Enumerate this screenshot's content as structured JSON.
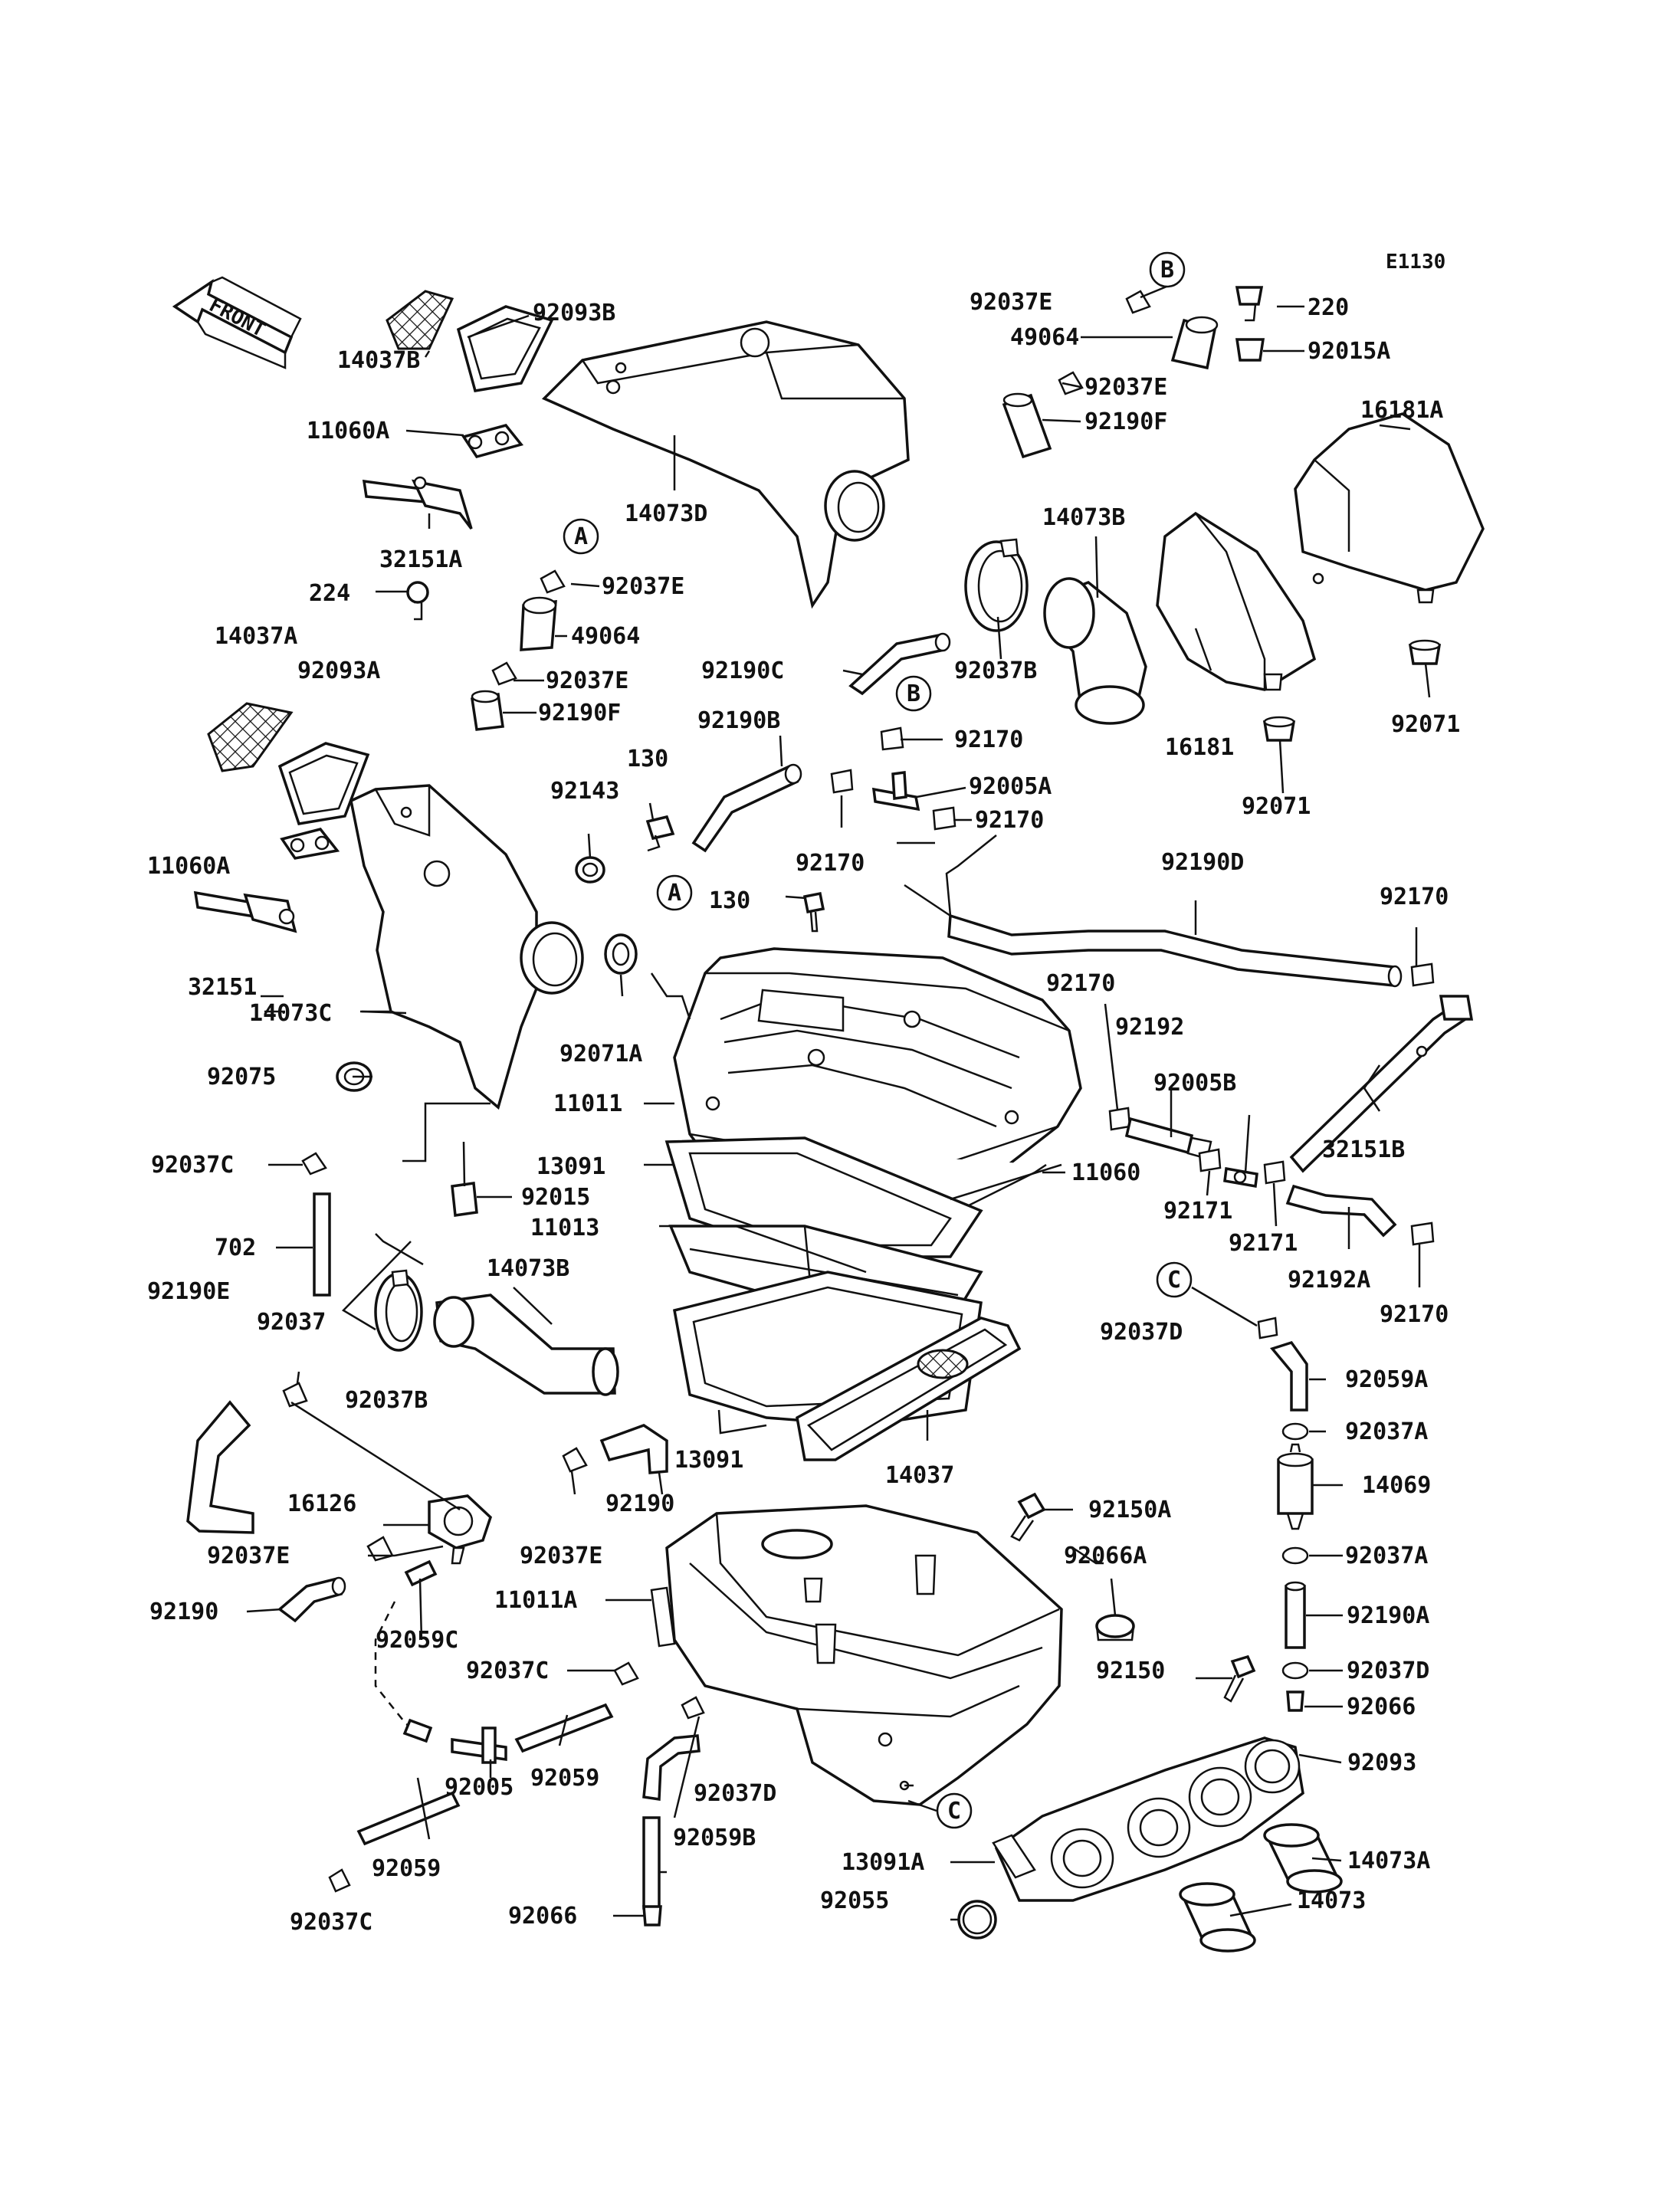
{
  "diagram_code": "E1130",
  "front_label": "FRONT",
  "callouts": {
    "a": "A",
    "b": "B",
    "c": "C"
  },
  "labels": {
    "p92093B": "92093B",
    "p14037B": "14037B",
    "p11060A_top": "11060A",
    "p14073D": "14073D",
    "p32151A": "32151A",
    "p92037E_b1": "92037E",
    "p49064_b": "49064",
    "p92037E_b2": "92037E",
    "p92190F_b": "92190F",
    "p220": "220",
    "p92015A": "92015A",
    "p16181A": "16181A",
    "p14073B_top": "14073B",
    "p92037B_top": "92037B",
    "p16181": "16181",
    "p92071_r": "92071",
    "p92071_m": "92071",
    "p224": "224",
    "p92037E_a1": "92037E",
    "p49064_a": "49064",
    "p92037E_a2": "92037E",
    "p92190F_a": "92190F",
    "p14037A": "14037A",
    "p92093A": "92093A",
    "p92190C": "92190C",
    "p92170_1": "92170",
    "p92190B": "92190B",
    "p92005A": "92005A",
    "p130_top": "130",
    "p92143": "92143",
    "p92170_2": "92170",
    "p92170_3": "92170",
    "p11060A_left": "11060A",
    "p130_mid": "130",
    "p92190D": "92190D",
    "p92170_4": "92170",
    "p32151": "32151",
    "p14073C": "14073C",
    "p92071A": "92071A",
    "p92170_5": "92170",
    "p92192": "92192",
    "p92075": "92075",
    "p92005B": "92005B",
    "p11011": "11011",
    "p32151B": "32151B",
    "p13091_top": "13091",
    "p11060": "11060",
    "p92037C_left": "92037C",
    "p92015": "92015",
    "p92171_1": "92171",
    "p92171_2": "92171",
    "p11013": "11013",
    "p92192A": "92192A",
    "p702": "702",
    "p14073B_mid": "14073B",
    "p92170_6": "92170",
    "p92190E": "92190E",
    "p92037": "92037",
    "p92037D_right": "92037D",
    "p92059A": "92059A",
    "p92037B_mid": "92037B",
    "p92037A_1": "92037A",
    "p13091_mid": "13091",
    "p14037": "14037",
    "p14069": "14069",
    "p16126": "16126",
    "p92190_mid": "92190",
    "p92150A": "92150A",
    "p92037E_left": "92037E",
    "p92037E_mid": "92037E",
    "p92066A": "92066A",
    "p92037A_2": "92037A",
    "p92190_left": "92190",
    "p11011A": "11011A",
    "p92190A": "92190A",
    "p92059C": "92059C",
    "p92037C_mid": "92037C",
    "p92150": "92150",
    "p92037D_bot": "92037D",
    "p92066_r": "92066",
    "p92059_mid": "92059",
    "p92093": "92093",
    "p92005": "92005",
    "p92059B": "92059B",
    "p13091A": "13091A",
    "p14073A": "14073A",
    "p92059_left": "92059",
    "p92055": "92055",
    "p14073": "14073",
    "p92037C_bot": "92037C",
    "p92066_bot": "92066"
  }
}
